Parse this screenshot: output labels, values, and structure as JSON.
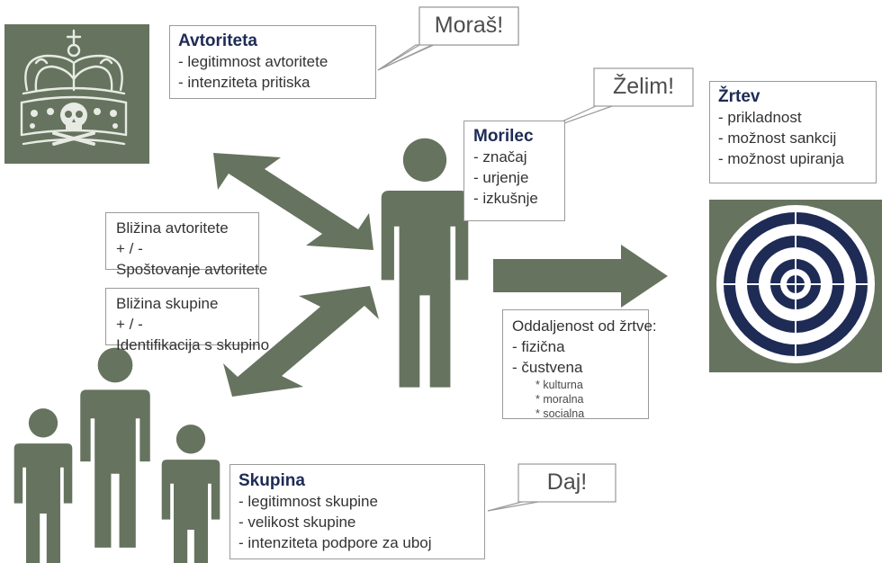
{
  "colors": {
    "figure": "#66735f",
    "arrow": "#66735f",
    "target_bg": "#66735f",
    "target_ring": "#1d2b55",
    "title_text": "#1d2b55"
  },
  "icons": {
    "crown": "crown-with-skull-icon",
    "target": "bullseye-target-icon",
    "person": "person-silhouette-icon"
  },
  "avtoriteta": {
    "title": "Avtoriteta",
    "items": [
      "- legitimnost avtoritete",
      "- intenziteta pritiska"
    ],
    "bubble": "Moraš!"
  },
  "morilec": {
    "title": "Morilec",
    "items": [
      "- značaj",
      "- urjenje",
      "- izkušnje"
    ],
    "bubble": "Želim!"
  },
  "zrtev": {
    "title": "Žrtev",
    "items": [
      "- prikladnost",
      "- možnost sankcij",
      "- možnost upiranja"
    ]
  },
  "skupina": {
    "title": "Skupina",
    "items": [
      "- legitimnost skupine",
      "- velikost skupine",
      "- intenziteta podpore za uboj"
    ],
    "bubble": "Daj!"
  },
  "notes": {
    "authority": [
      "Bližina avtoritete",
      "+ / -",
      "Spoštovanje avtoritete"
    ],
    "group": [
      "Bližina skupine",
      "+ / -",
      "Identifikacija s skupino"
    ],
    "distance": {
      "heading": "Oddaljenost od žrtve:",
      "lines": [
        "- fizična",
        "- čustvena"
      ],
      "sub": [
        "* kulturna",
        "* moralna",
        "* socialna"
      ]
    }
  }
}
